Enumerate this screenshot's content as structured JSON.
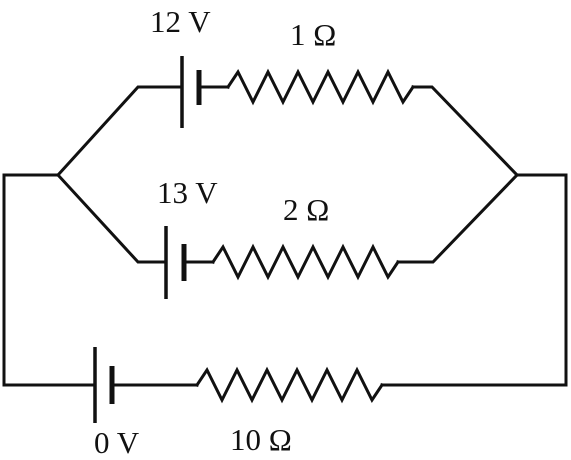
{
  "diagram": {
    "branches": [
      {
        "id": "top",
        "battery_label": "12 V",
        "resistor_label": "1 Ω"
      },
      {
        "id": "middle",
        "battery_label": "13 V",
        "resistor_label": "2 Ω"
      },
      {
        "id": "bottom",
        "battery_label": "0 V",
        "resistor_label": "10 Ω"
      }
    ],
    "stroke_color": "#111111",
    "background_color": "#ffffff"
  }
}
